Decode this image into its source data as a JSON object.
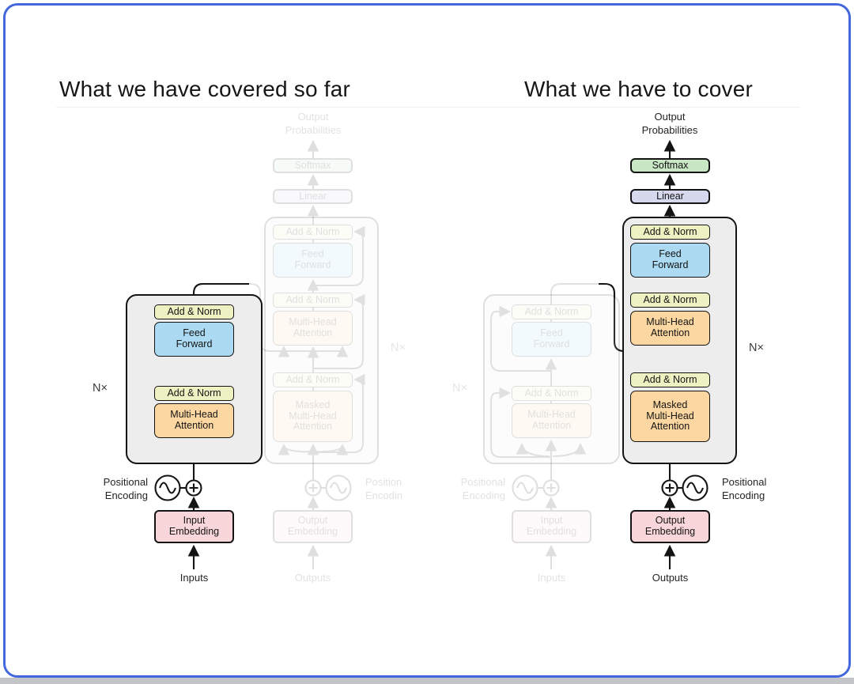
{
  "titles": {
    "left": "What we have covered so far",
    "right": "What we have to cover"
  },
  "labels": {
    "output_probabilities": "Output\nProbabilities",
    "softmax": "Softmax",
    "linear": "Linear",
    "add_norm": "Add & Norm",
    "feed_forward": "Feed\nForward",
    "multi_head_attention": "Multi-Head\nAttention",
    "masked_multi_head_attention": "Masked\nMulti-Head\nAttention",
    "input_embedding": "Input\nEmbedding",
    "output_embedding": "Output\nEmbedding",
    "inputs": "Inputs",
    "outputs": "Outputs",
    "n_times": "N×",
    "positional_encoding": "Positional\nEncoding",
    "positional_encoding_truncated": "Position\nEncodin"
  },
  "colors": {
    "frame_border": "#4468db",
    "add_norm_fill": "#eef2c2",
    "feed_forward_fill": "#abdaf2",
    "attention_fill": "#fcd7a1",
    "embedding_fill": "#f9d6da",
    "softmax_fill": "#c9e6c5",
    "linear_fill": "#d6d8ee",
    "block_fill": "#ededed",
    "line_color": "#141414"
  }
}
